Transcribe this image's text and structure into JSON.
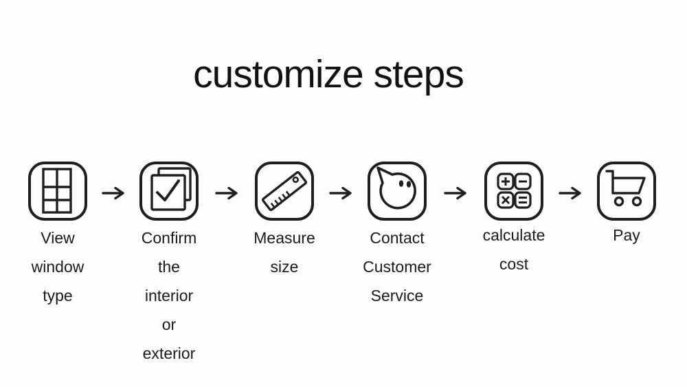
{
  "title": "customize steps",
  "colors": {
    "ink": "#1f1f1f",
    "background": "#fdfdfd"
  },
  "arrow": {
    "glyph": "→",
    "name": "arrow-right-icon"
  },
  "steps": [
    {
      "icon": "window-grid-icon",
      "lines": [
        "View",
        "window",
        "type"
      ]
    },
    {
      "icon": "confirm-check-icon",
      "lines": [
        "Confirm",
        "the",
        "interior",
        "or",
        "exterior"
      ]
    },
    {
      "icon": "ruler-icon",
      "lines": [
        "Measure",
        "size"
      ]
    },
    {
      "icon": "chat-face-icon",
      "lines": [
        "Contact",
        "Customer",
        "Service"
      ]
    },
    {
      "icon": "calculator-icon",
      "lines": [
        "calculate",
        "cost"
      ]
    },
    {
      "icon": "shopping-cart-icon",
      "lines": [
        "Pay"
      ]
    }
  ]
}
